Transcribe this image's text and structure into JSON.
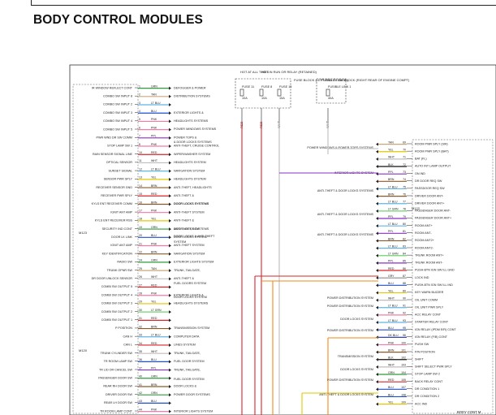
{
  "title": "BODY CONTROL MODULES",
  "colors": {
    "ink": "#222222",
    "GRN": "#2e9b3a",
    "TAN": "#c8a878",
    "LT BLU": "#62b5e5",
    "BLU": "#1f4fd1",
    "PNK": "#f27aa7",
    "PPL": "#8a2fc5",
    "RED": "#d8252a",
    "WHT": "#bdbdbd",
    "BRN": "#8b5a2b",
    "YEL": "#e2c800",
    "ORN": "#f08a1c",
    "DK BLU": "#1c2f8f",
    "GRY": "#8c8c8c",
    "BLK": "#111111",
    "DK GRN": "#1d6b2c",
    "LT GRN": "#6fd36f",
    "VIO": "#9b4fd0"
  },
  "fuse_panel": {
    "col1": "HOT AT ALL TIMES",
    "col2": "HOT IN RUN OR RELAY (RETAINED)",
    "fuse_block": "FUSE BLOCK (LEFT END OF DASH)",
    "fusible_link": "FUSIBLE LINK BLOCK (RIGHT REAR OF ENGINE COMPT)",
    "fuses": [
      {
        "id": "FUSE 11",
        "amp": "10A"
      },
      {
        "id": "FUSE 8",
        "amp": "10A"
      },
      {
        "id": "FUSE 10",
        "amp": "15A"
      },
      {
        "id": "FUSIBLE LINK 1",
        "amp": "40A"
      }
    ],
    "wire_labels": [
      "RED",
      "RED",
      "WHT",
      "WHT"
    ]
  },
  "left_pins": [
    {
      "label": "IR WINDOW REFLECT CONT",
      "pin": "1",
      "color": "GRN",
      "dest": "DEFOGGER & POWER"
    },
    {
      "label": "COMBO SW INPUT 8",
      "pin": "2",
      "color": "TAN",
      "dest": "DISTRIBUTION SYSTEMS"
    },
    {
      "label": "COMBO SW INPUT 2",
      "pin": "3",
      "color": "LT BLU",
      "dest": ""
    },
    {
      "label": "COMBO SW INPUT 3",
      "pin": "4",
      "color": "BLU",
      "dest": "EXTERIOR LIGHTS &"
    },
    {
      "label": "COMBO SW INPUT 4",
      "pin": "5",
      "color": "PNK",
      "dest": "HEADLIGHTS SYSTEMS"
    },
    {
      "label": "COMBO SW INPUT 5",
      "pin": "6",
      "color": "PNK",
      "dest": ""
    },
    {
      "label": "PWR WND DR SW COMM",
      "pin": "7",
      "color": "PPL",
      "dest": "POWER TOPS &"
    },
    {
      "label": "STOP LAMP SW 1",
      "pin": "8",
      "color": "PNK",
      "dest": "ANTI-THEFT, CRUISE CONTROL"
    },
    {
      "label": "RAIN SENSOR SIGNAL LINE",
      "pin": "10",
      "color": "RED",
      "dest": "WIPER/WASHER SYSTEM"
    },
    {
      "label": "OPTICAL SENSOR",
      "pin": "11",
      "color": "WHT",
      "dest": "HEADLIGHTS SYSTEM"
    },
    {
      "label": "SUNSET SIGNAL",
      "pin": "12",
      "color": "LT BLU",
      "dest": "NAVIGATION SYSTEM"
    },
    {
      "label": "SENSOR PWR SPLY",
      "pin": "13",
      "color": "YEL",
      "dest": "HEADLIGHTS SYSTEM"
    },
    {
      "label": "RECEIVER SENSOR GND",
      "pin": "14",
      "color": "BRN",
      "dest": "ANTI-THEFT, HEADLIGHTS"
    },
    {
      "label": "RECEIVER PWR SPLY",
      "pin": "15",
      "color": "RED",
      "dest": "ANTI-THEFT &"
    },
    {
      "label": "KYLS ENT RECEIVER COMM",
      "pin": "16",
      "color": "BRN",
      "dest": "DOOR LOCKS SYSTEMS"
    },
    {
      "label": "IGNIT ANT AMP",
      "pin": "17",
      "color": "PNK",
      "dest": "ANTI-THEFT SYSTEM"
    },
    {
      "label": "KYLS ENT RECEIVER RSS",
      "pin": "18",
      "color": "YEL",
      "dest": "ANTI-THEFT &"
    },
    {
      "label": "SECURITY IND CONT",
      "pin": "19",
      "color": "GRN",
      "dest": "ANTI-THEFT, BCM"
    },
    {
      "label": "DOOR LK LINK",
      "pin": "20",
      "color": "BLU",
      "dest": "DOOR LOCKS SYSTEM"
    },
    {
      "label": "IGNIT ANT AMP",
      "pin": "21",
      "color": "PNK",
      "dest": "ANTI-THEFT SYSTEM"
    },
    {
      "label": "KEY IDENTIFICATION",
      "pin": "22",
      "color": "BRN",
      "dest": "NAVIGATION SYSTEM"
    },
    {
      "label": "RADIO SW",
      "pin": "24",
      "color": "GRN",
      "dest": "EXTERIOR LIGHTS SYSTEM"
    },
    {
      "label": "TRUNK OPNR SW",
      "pin": "25",
      "color": "TAN",
      "dest": "TRUNK, TAILGATE,"
    },
    {
      "label": "DR DOOR UNLOCK SENSOR",
      "pin": "26",
      "color": "WHT",
      "dest": "ANTI-THEFT &"
    },
    {
      "label": "COMBI SW OUTPUT 5",
      "pin": "27",
      "color": "RED",
      "dest": ""
    },
    {
      "label": "COMBI SW OUTPUT 4",
      "pin": "28",
      "color": "PNK",
      "dest": "EXTERIOR LIGHTS &"
    },
    {
      "label": "COMBI SW OUTPUT 3",
      "pin": "29",
      "color": "YEL",
      "dest": "HEADLIGHTS SYSTEMS"
    },
    {
      "label": "COMBI SW OUTPUT 2",
      "pin": "30",
      "color": "LT GRN",
      "dest": ""
    },
    {
      "label": "COMBI SW OUTPUT 1",
      "pin": "31",
      "color": "RED",
      "dest": ""
    },
    {
      "label": "P POSITION",
      "pin": "32",
      "color": "BRN",
      "dest": "TRANSMISSION SYSTEM"
    },
    {
      "label": "CAN H",
      "pin": "33",
      "color": "LT BLU",
      "dest": "COMPUTER DATA"
    },
    {
      "label": "CAN L",
      "pin": "34",
      "color": "RED",
      "dest": "LINES SYSTEM"
    },
    {
      "label": "TRUNK CYLINDER SW",
      "pin": "35",
      "color": "WHT",
      "dest": "TRUNK, TAILGATE,"
    },
    {
      "label": "TR ROOM LAMP SW",
      "pin": "36",
      "color": "BLU",
      "dest": "FUEL DOOR SYSTEM"
    },
    {
      "label": "TR LID OR CANCEL SW",
      "pin": "37",
      "color": "PPL",
      "dest": "TRUNK, TAILGATE,"
    },
    {
      "label": "PASSENGER DOOR SW",
      "pin": "40",
      "color": "GRN",
      "dest": ""
    },
    {
      "label": "REAR RH DOOR SW",
      "pin": "41",
      "color": "BRN",
      "dest": "DOOR LOCKS &"
    },
    {
      "label": "DRIVER DOOR SW",
      "pin": "42",
      "color": "GRN",
      "dest": "POWER DOOR SYSTEMS"
    },
    {
      "label": "REAR LH DOOR SW",
      "pin": "43",
      "color": "BLU",
      "dest": ""
    },
    {
      "label": "TR ROOM LAMP CONT",
      "pin": "44",
      "color": "PNK",
      "dest": "INTERIOR LIGHTS SYSTEM"
    }
  ],
  "left_dest_extra": [
    "POWER WINDOWS SYSTEMS",
    "& DOOR LOCKS SYSTEMS",
    "DOOR LOCKS SYSTEMS",
    "DOOR LOCKS SYSTEMS",
    "DOOR LOCKS & ANTI-THEFT",
    "SYSTEM",
    "FUEL DOORS SYSTEM",
    "DOOR LOCKS SYSTEM",
    "FUEL DOOR SYSTEM"
  ],
  "right_pins": [
    {
      "label": "ROOM PWR SPLY (SW)",
      "pin": "69",
      "color": "TAN"
    },
    {
      "label": "ROOM PWR SPLY (BAT)",
      "pin": "70",
      "color": "YEL"
    },
    {
      "label": "BAT (FL)",
      "pin": "71",
      "color": "WHT"
    },
    {
      "label": "AUTO INT LAMP OUTPUT",
      "pin": "72",
      "color": "BLK"
    },
    {
      "label": "ON IND",
      "pin": "73",
      "color": "PPL"
    },
    {
      "label": "DR DOOR REQ SW",
      "pin": "74",
      "color": "BRN"
    },
    {
      "label": "PASSDOOR REQ SW",
      "pin": "75",
      "color": "LT BLU"
    },
    {
      "label": "DRIVER DOOR ANT-",
      "pin": "76",
      "color": "BRN"
    },
    {
      "label": "DRIVER DOOR ANT+",
      "pin": "77",
      "color": "LT BLU"
    },
    {
      "label": "PASSENGER DOOR ANT-",
      "pin": "78",
      "color": "LT GRN"
    },
    {
      "label": "PASSENGER DOOR ANT+",
      "pin": "79",
      "color": "PPL"
    },
    {
      "label": "ROOM ANT+",
      "pin": "80",
      "color": "LT BLU"
    },
    {
      "label": "ROOM ANT-",
      "pin": "81",
      "color": "PPL"
    },
    {
      "label": "ROOM ANT2+",
      "pin": "82",
      "color": "BRN"
    },
    {
      "label": "ROOM ANT2-",
      "pin": "83",
      "color": "LT BLU"
    },
    {
      "label": "TRUNK ROOM ANT+",
      "pin": "84",
      "color": "LT GRN"
    },
    {
      "label": "TRUNK ROOM ANT-",
      "pin": "85",
      "color": "PPL"
    },
    {
      "label": "PUSH-BTN IGN SW ILL GND",
      "pin": "86",
      "color": "RED"
    },
    {
      "label": "LOCK IND",
      "pin": "87",
      "color": "GRY"
    },
    {
      "label": "PUSH-BTN IGN SW ILL IND",
      "pin": "88",
      "color": "BLU"
    },
    {
      "label": "KEY WARN BUZZER",
      "pin": "89",
      "color": "YEL"
    },
    {
      "label": "OIL UNIT COMM",
      "pin": "90",
      "color": "WHT"
    },
    {
      "label": "OIL UNIT PWR SPLY",
      "pin": "91",
      "color": "LT BLU"
    },
    {
      "label": "ACC RELAY CONT",
      "pin": "92",
      "color": "PNK"
    },
    {
      "label": "STARTER RELAY CONT",
      "pin": "93",
      "color": "LT BLU"
    },
    {
      "label": "IGN RELAY (IPDM E/R) CONT",
      "pin": "95",
      "color": "BLU"
    },
    {
      "label": "IGN RELAY (F/B) CONT",
      "pin": "96",
      "color": "DK BLU"
    },
    {
      "label": "PUSH SW",
      "pin": "100",
      "color": "PNK"
    },
    {
      "label": "P/N POSITION",
      "pin": "101",
      "color": "BRN"
    },
    {
      "label": "SHIFT",
      "pin": "102",
      "color": "BLK"
    },
    {
      "label": "SHIFT SELECT PWR SPLY",
      "pin": "103",
      "color": "WHT"
    },
    {
      "label": "STOP LAMP SW 2",
      "pin": "104",
      "color": "GRN"
    },
    {
      "label": "BACK RELAY CONT",
      "pin": "105",
      "color": "RED"
    },
    {
      "label": "DR CONDITION 1",
      "pin": "107",
      "color": "BLU"
    },
    {
      "label": "DR CONDITION 2",
      "pin": "108",
      "color": "BLU"
    },
    {
      "label": "ACC IND",
      "pin": "109",
      "color": "YEL"
    }
  ],
  "right_dest": [
    {
      "text": "POWER WINDOWS & POWER TOPS SYSTEMS"
    },
    {
      "text": "INTERIOR LIGHTS SYSTEM"
    },
    {
      "text": "ANTI-THEFT & DOOR LOCKS SYSTEMS"
    },
    {
      "text": "ANTI-THEFT & DOOR LOCKS SYSTEMS"
    },
    {
      "text": "ANTI-THEFT & DOOR LOCKS SYSTEMS"
    },
    {
      "text": "POWER DISTRIBUTION SYSTEM"
    },
    {
      "text": "POWER DISTRIBUTION SYSTEM"
    },
    {
      "text": "DOOR LOCKS SYSTEM"
    },
    {
      "text": "POWER DISTRIBUTION SYSTEM"
    },
    {
      "text": "TRANSMISSION SYSTEM"
    },
    {
      "text": "DOOR LOCKS SYSTEM"
    },
    {
      "text": "POWER DISTRIBUTION SYSTEM"
    },
    {
      "text": "ANTI-THEFT & DOOR LOCKS SYSTEM"
    }
  ],
  "connector_left": "M120",
  "connector_right": "M122",
  "connector_low": "M123",
  "module_label": "BODY CONT M"
}
